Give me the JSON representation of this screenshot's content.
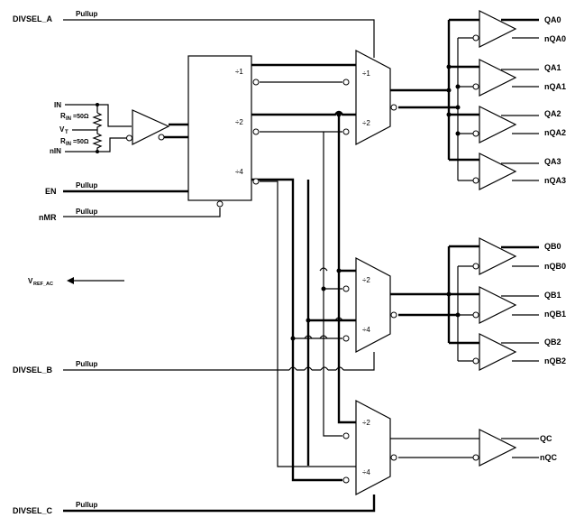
{
  "inputs": {
    "divsel_a": "DIVSEL_A",
    "divsel_b": "DIVSEL_B",
    "divsel_c": "DIVSEL_C",
    "in": "IN",
    "nin": "nIN",
    "en": "EN",
    "nmr": "nMR",
    "vt": "V",
    "vt_sub": "T",
    "rin_top": "R",
    "rin_top_sub": "IN",
    "rin_top_val": "=50Ω",
    "rin_bot": "R",
    "rin_bot_sub": "IN",
    "rin_bot_val": "=50Ω",
    "vref": "V",
    "vref_sub": "REF_AC"
  },
  "pullup": "Pullup",
  "divider": {
    "div1_label": "÷1",
    "div2_label": "÷2",
    "div4_label": "÷4"
  },
  "mux_a": {
    "top_label": "÷1",
    "bottom_label": "÷2"
  },
  "mux_b": {
    "top_label": "÷2",
    "bottom_label": "÷4"
  },
  "mux_c": {
    "top_label": "÷2",
    "bottom_label": "÷4"
  },
  "outputs": {
    "qa0": "QA0",
    "nqa0": "nQA0",
    "qa1": "QA1",
    "nqa1": "nQA1",
    "qa2": "QA2",
    "nqa2": "nQA2",
    "qa3": "QA3",
    "nqa3": "nQA3",
    "qb0": "QB0",
    "nqb0": "nQB0",
    "qb1": "QB1",
    "nqb1": "nQB1",
    "qb2": "QB2",
    "nqb2": "nQB2",
    "qc": "QC",
    "nqc": "nQC"
  }
}
